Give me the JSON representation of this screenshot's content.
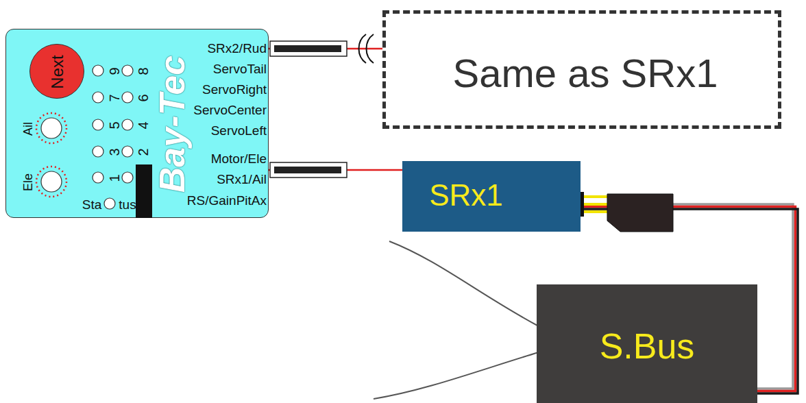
{
  "diagram": {
    "nodes": [
      {
        "text": [
          "Bay-Tec"
        ]
      },
      {
        "text": [
          "Next"
        ],
        "in": 0
      },
      {
        "text": [
          "Same as SRx1"
        ]
      },
      {
        "text": [
          "SRx1"
        ]
      },
      {
        "text": [
          "S.Bus"
        ]
      }
    ],
    "edges": [
      {
        "from": 0,
        "to": 2,
        "arrow": "none"
      },
      {
        "from": 0,
        "to": 3,
        "arrow": "none"
      },
      {
        "from": 3,
        "to": 4,
        "arrow": "none"
      }
    ],
    "labels": [
      "SRx2/Rud",
      "ServoTail",
      "ServoRight",
      "ServoCenter",
      "ServoLeft",
      "Motor/Ele",
      "SRx1/Ail",
      "RS/GainPitAx",
      "9",
      "8",
      "7",
      "6",
      "5",
      "4",
      "3",
      "2",
      "1",
      "Ail",
      "Ele",
      "Sta",
      "tus"
    ]
  }
}
